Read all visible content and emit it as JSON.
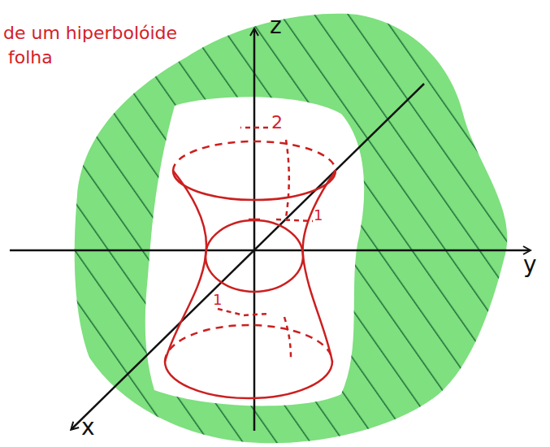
{
  "diagram": {
    "labels": [
      "de um hiperbolóide",
      "folha",
      "z",
      "y",
      "x",
      "2",
      "1",
      "1"
    ]
  }
}
